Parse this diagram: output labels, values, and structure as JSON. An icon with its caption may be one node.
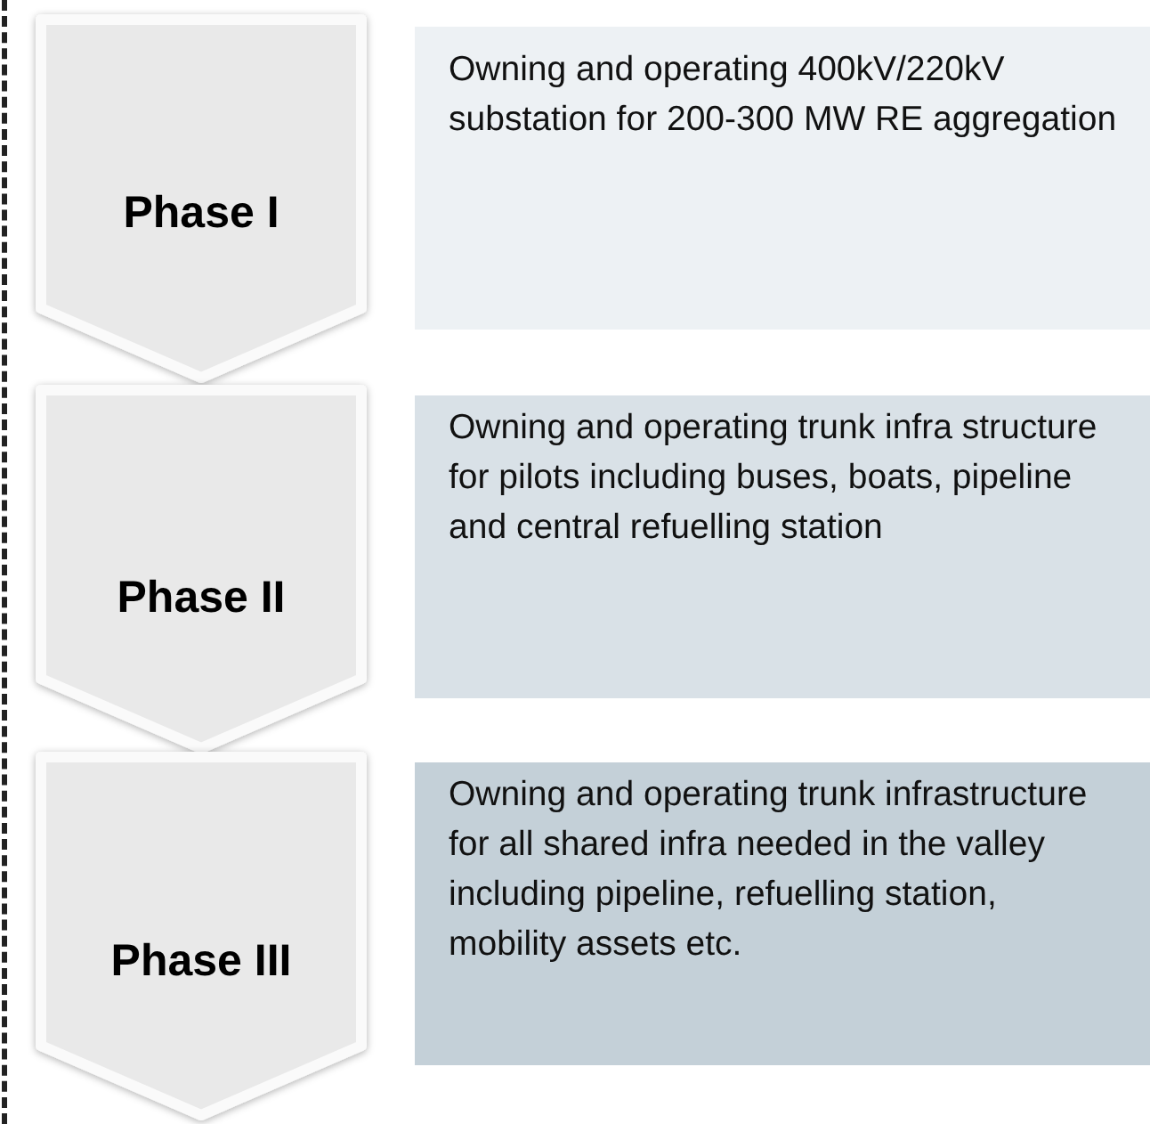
{
  "diagram": {
    "nodes": [
      {
        "text": [
          "Phase I"
        ]
      },
      {
        "text": [
          "Owning and operating 400kV/220kV substation for 200-300 MW RE aggregation"
        ]
      },
      {
        "text": [
          "Phase II"
        ]
      },
      {
        "text": [
          "Owning and operating trunk infra structure for pilots including buses, boats, pipeline and central refuelling station"
        ]
      },
      {
        "text": [
          "Phase III"
        ]
      },
      {
        "text": [
          "Owning and operating trunk infrastructure for all shared infra needed in the valley including pipeline, refuelling station, mobility assets etc."
        ]
      }
    ]
  }
}
